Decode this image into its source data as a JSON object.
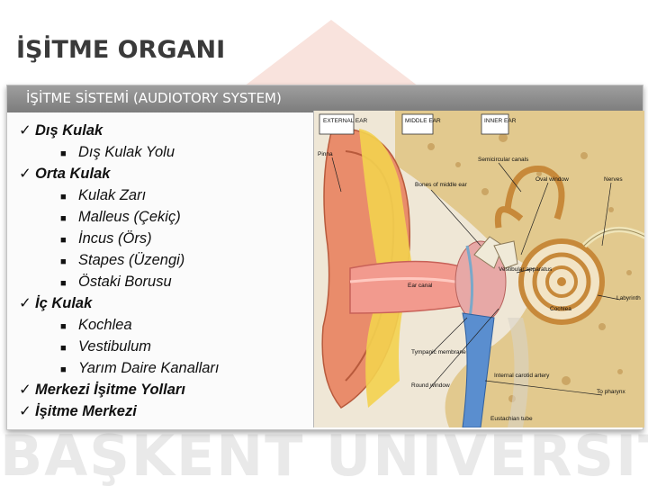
{
  "page": {
    "title": "İŞİTME ORGANI",
    "watermark": "BAŞKENT ÜNİVERSİTESİ"
  },
  "card": {
    "header": "İŞİTME SİSTEMİ (AUDIOTORY SYSTEM)",
    "items": [
      {
        "level": 1,
        "text": "Dış Kulak"
      },
      {
        "level": 2,
        "text": "Dış Kulak Yolu"
      },
      {
        "level": 1,
        "text": "Orta Kulak"
      },
      {
        "level": 2,
        "text": "Kulak Zarı"
      },
      {
        "level": 2,
        "text": "Malleus (Çekiç)"
      },
      {
        "level": 2,
        "text": "İncus (Örs)"
      },
      {
        "level": 2,
        "text": "Stapes (Üzengi)"
      },
      {
        "level": 2,
        "text": "Östaki Borusu"
      },
      {
        "level": 1,
        "text": "İç Kulak"
      },
      {
        "level": 2,
        "text": "Kochlea"
      },
      {
        "level": 2,
        "text": "Vestibulum"
      },
      {
        "level": 2,
        "text": "Yarım Daire Kanalları"
      },
      {
        "level": 1,
        "text": "Merkezi İşitme Yolları"
      },
      {
        "level": 1,
        "text": "İşitme Merkezi"
      }
    ]
  },
  "figure": {
    "region_labels": [
      "EXTERNAL EAR",
      "MIDDLE EAR",
      "INNER EAR"
    ],
    "labels": {
      "pinna": "Pinna",
      "semicircular": "Semicircular canals",
      "oval_window": "Oval window",
      "nerves": "Nerves",
      "bones": "Bones of middle ear",
      "vestibular": "Vestibular apparatus",
      "ear_canal": "Ear canal",
      "labyrinth": "Labyrinth",
      "cochlea": "Cochlea",
      "tympanic": "Tympanic membrane",
      "round_window": "Round window",
      "carotid": "Internal carotid artery",
      "pharynx": "To pharynx",
      "eustachian": "Eustachian tube"
    }
  }
}
